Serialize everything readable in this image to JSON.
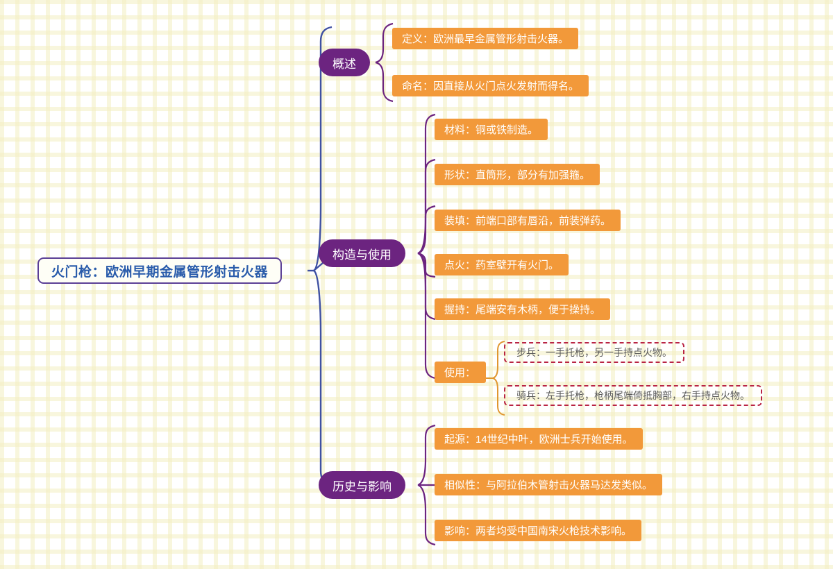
{
  "meta": {
    "colors": {
      "root_border": "#5b3f96",
      "root_text": "#2a5cab",
      "branch_fill": "#6c2480",
      "branch_text": "#ffffff",
      "leaf_fill": "#f2993a",
      "leaf_text": "#ffffff",
      "subleaf_border": "#b92444",
      "subleaf_text": "#5a5a5a",
      "spine_stroke": "#3f51a3",
      "branch_connector": "#6c2480",
      "leaf_connector": "#e0962f",
      "grid_line": "#f3eec1",
      "canvas_bg": "#ffffff"
    }
  },
  "root": {
    "label": "火门枪：欧洲早期金属管形射击火器"
  },
  "branches": [
    {
      "label": "概述",
      "children": [
        {
          "label": "定义：欧洲最早金属管形射击火器。"
        },
        {
          "label": "命名：因直接从火门点火发射而得名。"
        }
      ]
    },
    {
      "label": "构造与使用",
      "children": [
        {
          "label": "材料：铜或铁制造。"
        },
        {
          "label": "形状：直筒形，部分有加强箍。"
        },
        {
          "label": "装填：前端口部有唇沿，前装弹药。"
        },
        {
          "label": "点火：药室壁开有火门。"
        },
        {
          "label": "握持：尾端安有木柄，便于操持。"
        },
        {
          "label": "使用：",
          "children": [
            {
              "label": "步兵：一手托枪，另一手持点火物。"
            },
            {
              "label": "骑兵：左手托枪，枪柄尾端倚抵胸部，右手持点火物。"
            }
          ]
        }
      ]
    },
    {
      "label": "历史与影响",
      "children": [
        {
          "label": "起源：14世纪中叶，欧洲士兵开始使用。"
        },
        {
          "label": "相似性：与阿拉伯木管射击火器马达发类似。"
        },
        {
          "label": "影响：两者均受中国南宋火枪技术影响。"
        }
      ]
    }
  ]
}
